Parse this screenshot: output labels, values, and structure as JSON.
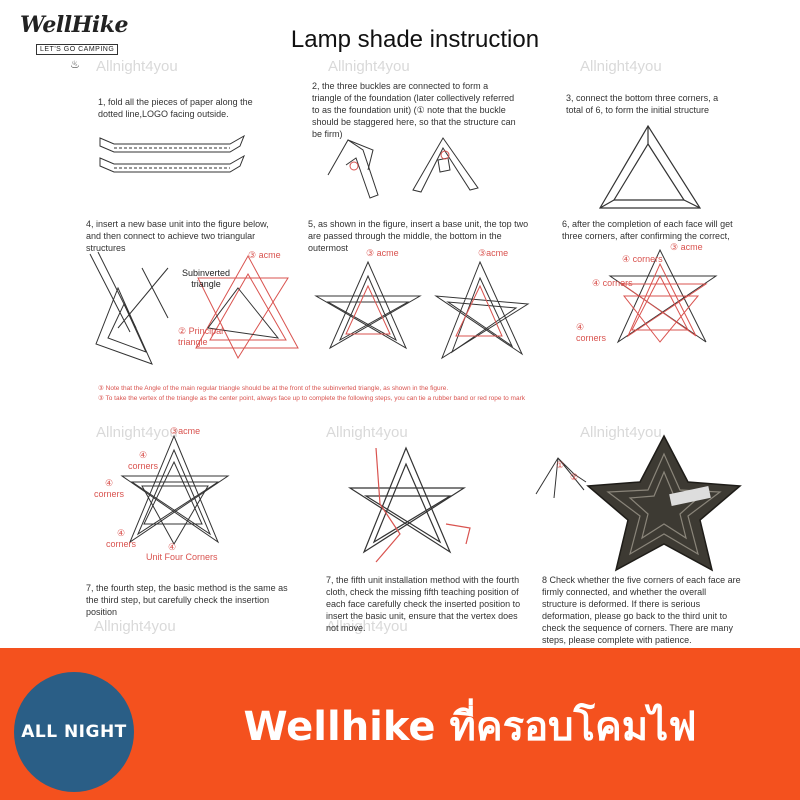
{
  "logo": {
    "script": "WellHike",
    "tagline": "LET'S GO CAMPING",
    "icon": "campfire-icon"
  },
  "title": "Lamp shade instruction",
  "watermark": "Allnight4you",
  "steps": [
    "1, fold all the pieces of paper along the dotted line,LOGO facing outside.",
    "2, the three buckles are connected to form a triangle of the foundation (later collectively referred to as the foundation unit) (① note that the buckle should be staggered here, so that the structure can be firm)",
    "3, connect the bottom three corners, a total of 6, to form the initial structure",
    "4, insert a new base unit into the figure below, and then connect to achieve two triangular structures",
    "5, as shown in the figure, insert a base unit, the top two are passed through the middle, the bottom in the outermost",
    "6, after the completion of each face will get three corners, after confirming the correct,",
    "7, the fourth step, the basic method is the same as the third step, but carefully check the insertion position",
    "7, the fifth unit installation method with the fourth cloth, check the missing fifth teaching position of each face carefully check the inserted position to insert the basic unit, ensure that the vertex does not move.",
    "8 Check whether the five corners of each face are firmly connected, and whether the overall structure is deformed. If there is serious deformation, please go back to the third unit to check the sequence of corners. There are many steps, please complete with patience."
  ],
  "labels": {
    "acme": "③ acme",
    "acme_b": "③acme",
    "subinverted": "Subinverted triangle",
    "principal": "② Principal triangle",
    "corners": "④ corners",
    "corners_nl": "④\ncorners",
    "corners_tag": "④",
    "corners_word": "corners",
    "unit_four": "Unit Four Corners",
    "num1": "①",
    "num2": "②"
  },
  "notes": [
    "③ Note that the Angle of the main regular triangle should be at the front of the subinverted triangle, as shown in the figure.",
    "③ To take the vertex of the triangle as the center point, always face up to complete the following steps, you can tie a rubber band or red rope to mark"
  ],
  "banner": {
    "logo_text": "ALL NIGHT",
    "title": "Wellhike ที่ครอบโคมไฟ",
    "color": "#f4511e",
    "circle_color": "#2a5e86"
  }
}
